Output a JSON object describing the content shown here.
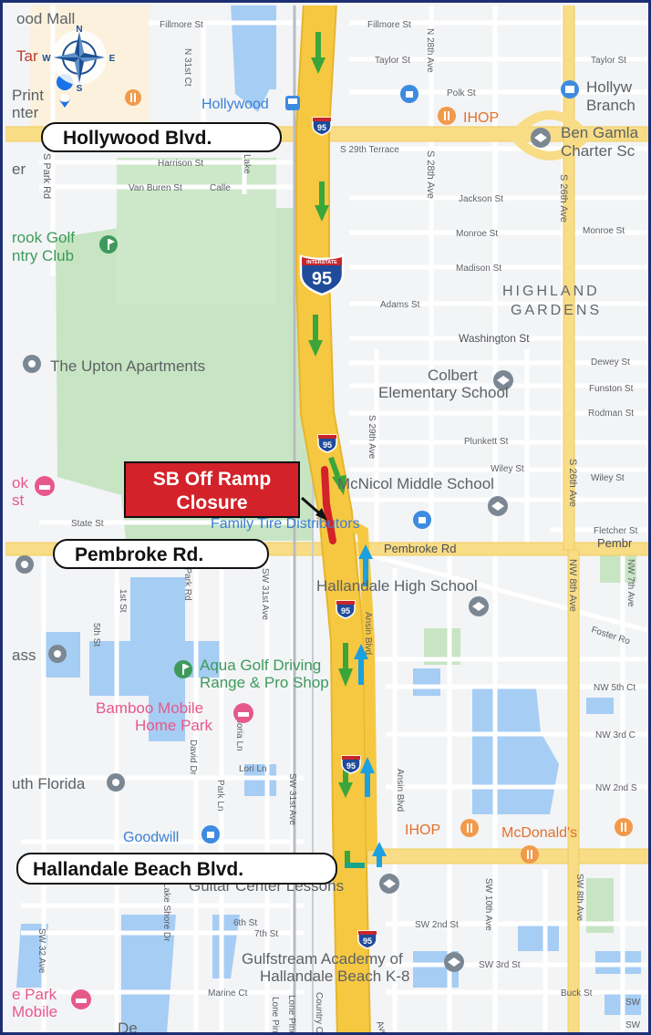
{
  "callouts": {
    "hollywood": "Hollywood Blvd.",
    "pembroke": "Pembroke Rd.",
    "hallandale": "Hallandale Beach Blvd."
  },
  "closure": {
    "line1": "SB Off Ramp",
    "line2": "Closure"
  },
  "compass": {
    "n": "N",
    "s": "S",
    "e": "E",
    "w": "W"
  },
  "interstate": {
    "top": "INTERSTATE",
    "number": "95"
  },
  "shield_small": "95",
  "area_label": {
    "line1": "HIGHLAND",
    "line2": "GARDENS"
  },
  "streets": {
    "fillmore_left": "Fillmore St",
    "fillmore_right": "Fillmore St",
    "taylor_mid": "Taylor St",
    "taylor_right": "Taylor St",
    "n31st_ct": "N 31st Ct",
    "n28th_ave": "N 28th Ave",
    "polk": "Polk St",
    "s29th_terrace": "S 29th Terrace",
    "harrison": "Harrison St",
    "van_buren": "Van Buren St",
    "calle": "Calle",
    "lake": "Lake",
    "s_park_rd": "S Park Rd",
    "s28th_ave": "S 28th Ave",
    "s26th_ave_top": "S 26th Ave",
    "jackson": "Jackson St",
    "monroe_mid": "Monroe St",
    "monroe_right": "Monroe St",
    "madison": "Madison St",
    "adams": "Adams St",
    "washington": "Washington St",
    "dewey": "Dewey St",
    "funston": "Funston St",
    "rodman": "Rodman St",
    "s29th_ave": "S 29th Ave",
    "plunkett": "Plunkett St",
    "wiley_mid": "Wiley St",
    "wiley_right": "Wiley St",
    "s26th_ave": "S 26th Ave",
    "state": "State St",
    "fletcher": "Fletcher St",
    "pembroke_rd": "Pembroke Rd",
    "pembroke_edge": "Pembr",
    "s_park_rd_lower": "S Park Rd",
    "sw31st_ave": "SW 31st Ave",
    "first_st": "1st St",
    "fifth_st": "5th St",
    "ansin_top": "Ansin Blvd",
    "nw8th_ave": "NW 8th Ave",
    "nw7th_ave": "NW 7th Ave",
    "foster": "Foster Ro",
    "nw5th": "NW 5th Ct",
    "nw3rd": "NW 3rd C",
    "nw2nd": "NW 2nd S",
    "gloria": "Gloria Ln",
    "david": "David Dr",
    "park_ln": "Park Ln",
    "lori": "Lori Ln",
    "sw31st_lower": "SW 31st Ave",
    "ansin_lower": "Ansin Blvd",
    "sw10th": "SW 10th Ave",
    "sw8th": "SW 8th Ave",
    "sw2nd_st": "SW 2nd St",
    "sw32_ave": "SW 32 Ave",
    "lake_shore": "Lake Shore Dr",
    "sixth": "6th St",
    "seventh": "7th St",
    "sw3rd": "SW 3rd St",
    "marine": "Marine Ct",
    "buck": "Buck St",
    "lone_pine_rd": "Lone Pine Rd",
    "lone_pine_cir": "Lone Pine Cir",
    "country_club": "Country Clu",
    "sw_a": "SW",
    "sw_b": "SW",
    "ave_frag": "Ave"
  },
  "pois": {
    "mall": "ood Mall",
    "target": "Tar",
    "print_l1": "Print",
    "print_l2": "nter",
    "er": "er",
    "hollywood_station": "Hollywood",
    "ihop_top": "IHOP",
    "hollywood_branch_l1": "Hollyw",
    "hollywood_branch_l2": "Branch",
    "ben_gamla_l1": "Ben Gamla",
    "ben_gamla_l2": "Charter Sc",
    "golf_l1": "rook Golf",
    "golf_l2": "ntry Club",
    "upton": "The Upton Apartments",
    "colbert_l1": "Colbert",
    "colbert_l2": "Elementary School",
    "mcnicol": "McNicol Middle School",
    "ok_l1": "ok",
    "ok_l2": "st",
    "family_tire": "Family Tire Distributors",
    "hallandale_high": "Hallandale High School",
    "ass": "ass",
    "aqua_l1": "Aqua Golf Driving",
    "aqua_l2": "Range & Pro Shop",
    "bamboo_l1": "Bamboo Mobile",
    "bamboo_l2": "Home Park",
    "south_florida": "uth Florida",
    "goodwill": "Goodwill",
    "ihop_bottom": "IHOP",
    "mcdonalds": "McDonald's",
    "guitar_center": "Guitar Center Lessons",
    "gulfstream_l1": "Gulfstream Academy of",
    "gulfstream_l2": "Hallandale Beach K-8",
    "epark_l1": "e Park",
    "epark_l2": "Mobile",
    "de": "De"
  },
  "colors": {
    "highway": "#f6c842",
    "arterial": "#f8dc86",
    "park": "#c7e5c3",
    "water": "#a6cdf4",
    "sb_arrow": "#3aa63a",
    "nb_arrow": "#1ba0e1",
    "ramp_closure": "#d3222a",
    "frame": "#1d2f73"
  },
  "icons": [
    "compass-rose-icon",
    "shopping-bag-icon",
    "restaurant-icon",
    "train-icon",
    "book-icon",
    "school-icon",
    "golf-icon",
    "location-pin-icon",
    "hotel-icon",
    "interstate-95-shield-icon",
    "southbound-arrow-icon",
    "northbound-arrow-icon"
  ]
}
